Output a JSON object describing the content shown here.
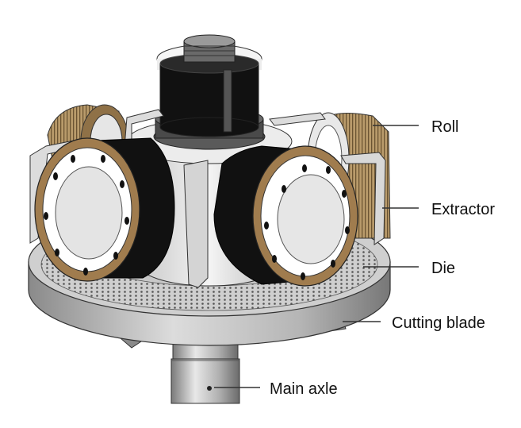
{
  "labels": {
    "roll": "Roll",
    "extractor": "Extractor",
    "die": "Die",
    "cutting_blade": "Cutting blade",
    "main_axle": "Main axle"
  },
  "colors": {
    "metal_light": "#d8d8d8",
    "metal_mid": "#a8a8a8",
    "metal_dark": "#6e6e6e",
    "roll_black": "#111111",
    "roll_tan": "#b99b6b",
    "roll_ring": "#a07c4e",
    "leader_line": "#333333"
  }
}
